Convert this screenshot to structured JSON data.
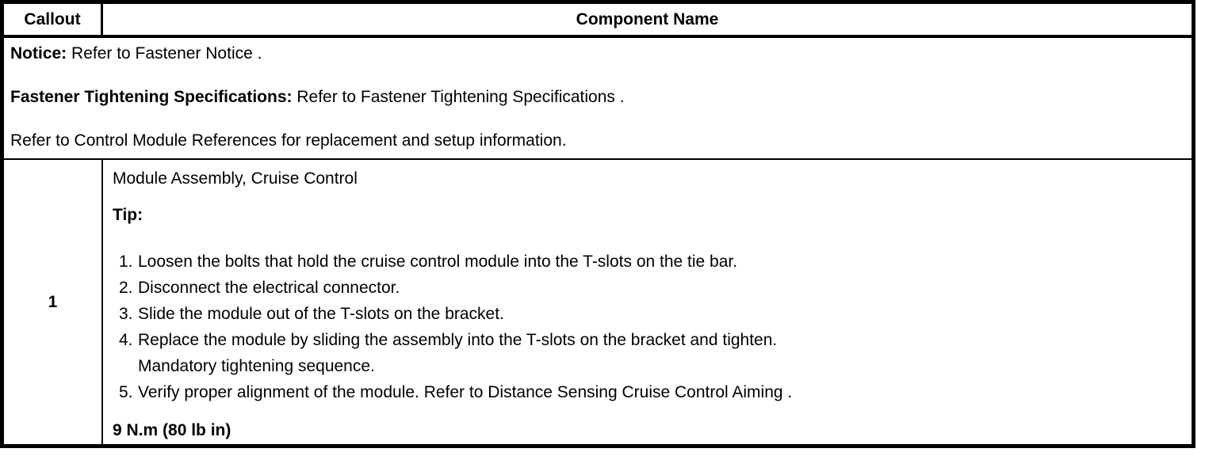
{
  "table": {
    "header": {
      "callout": "Callout",
      "component": "Component Name"
    },
    "notices": [
      {
        "label": "Notice:",
        "text": " Refer to Fastener Notice ."
      },
      {
        "label": "Fastener Tightening Specifications:",
        "text": " Refer to Fastener Tightening Specifications ."
      },
      {
        "text": "Refer to Control Module References for replacement and setup information."
      }
    ],
    "rows": [
      {
        "callout": "1",
        "component_name": "Module Assembly, Cruise Control",
        "tip_label": "Tip:",
        "steps": [
          {
            "num": "1.",
            "text": "Loosen the bolts that hold the cruise control module into the T-slots on the tie bar."
          },
          {
            "num": "2.",
            "text": "Disconnect the electrical connector."
          },
          {
            "num": "3.",
            "text": "Slide the module out of the T-slots on the bracket."
          },
          {
            "num": "4.",
            "text": "Replace the module by sliding the assembly into the T-slots on the bracket and tighten.\nMandatory tightening sequence."
          },
          {
            "num": "5.",
            "text": "Verify proper alignment of the module. Refer to Distance Sensing Cruise Control Aiming ."
          }
        ],
        "torque": "9 N.m (80 lb in)"
      }
    ]
  }
}
